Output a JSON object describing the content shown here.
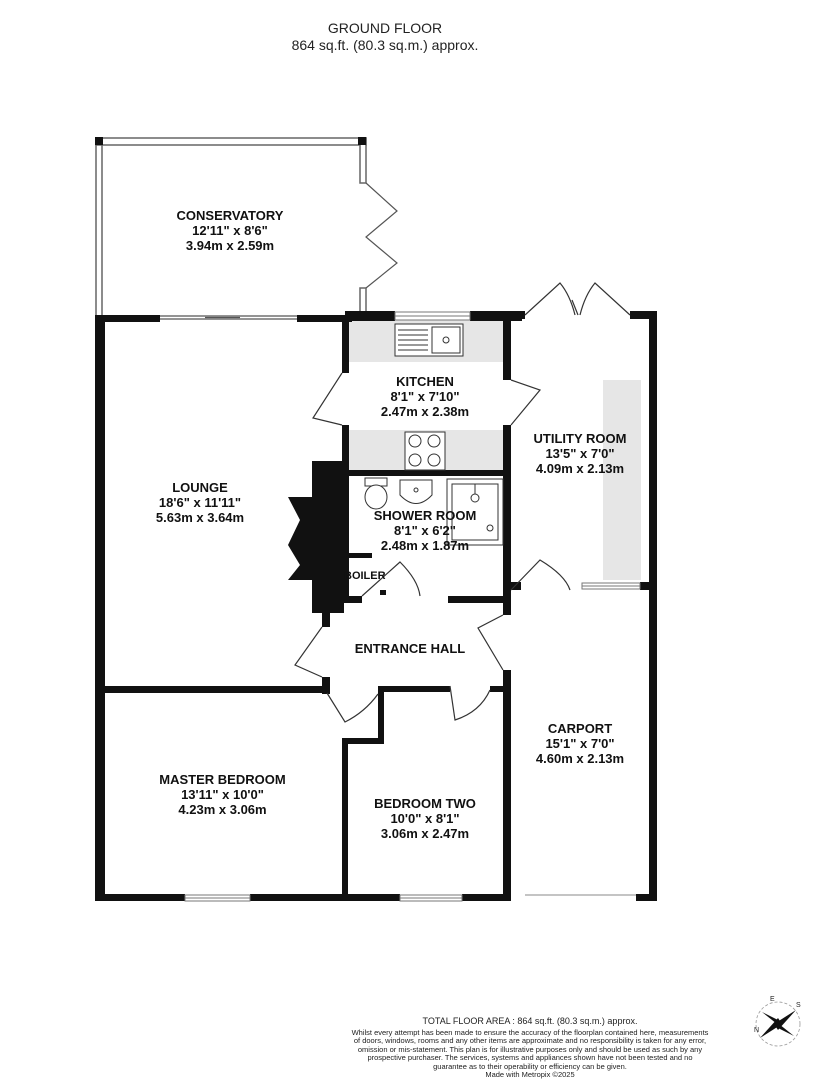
{
  "header": {
    "title": "GROUND FLOOR",
    "area": "864 sq.ft. (80.3 sq.m.) approx."
  },
  "rooms": {
    "conservatory": {
      "name": "CONSERVATORY",
      "imperial": "12'11\"  x 8'6\"",
      "metric": "3.94m  x 2.59m"
    },
    "kitchen": {
      "name": "KITCHEN",
      "imperial": "8'1\"  x 7'10\"",
      "metric": "2.47m  x 2.38m"
    },
    "utility": {
      "name": "UTILITY ROOM",
      "imperial": "13'5\"  x 7'0\"",
      "metric": "4.09m  x 2.13m"
    },
    "lounge": {
      "name": "LOUNGE",
      "imperial": "18'6\"  x 11'11\"",
      "metric": "5.63m  x 3.64m"
    },
    "shower": {
      "name": "SHOWER ROOM",
      "imperial": "8'1\"  x 6'2\"",
      "metric": "2.48m  x 1.87m"
    },
    "hall": {
      "name": "ENTRANCE HALL"
    },
    "carport": {
      "name": "CARPORT",
      "imperial": "15'1\"  x 7'0\"",
      "metric": "4.60m  x 2.13m"
    },
    "master": {
      "name": "MASTER BEDROOM",
      "imperial": "13'11\"  x 10'0\"",
      "metric": "4.23m  x 3.06m"
    },
    "bedroom2": {
      "name": "BEDROOM TWO",
      "imperial": "10'0\"  x 8'1\"",
      "metric": "3.06m  x 2.47m"
    }
  },
  "fixtures": {
    "boiler": "BOILER"
  },
  "footer": {
    "total_area": "TOTAL FLOOR AREA : 864 sq.ft. (80.3 sq.m.) approx.",
    "disclaimer": "Whilst every attempt has been made to ensure the accuracy of the floorplan contained here, measurements of doors, windows, rooms and any other items are approximate and no responsibility is taken for any error, omission or mis-statement. This plan is for illustrative purposes only and should be used as such by any prospective purchaser. The services, systems and appliances shown have not been tested and no guarantee as to their operability or efficiency can be given.",
    "made_with": "Made with Metropix ©2025"
  },
  "compass": {
    "labels": [
      "N",
      "E",
      "S"
    ],
    "icon": "compass-icon"
  },
  "colors": {
    "wall": "#111111",
    "fitted_units": "#e6e6e6",
    "window": "#888888"
  }
}
